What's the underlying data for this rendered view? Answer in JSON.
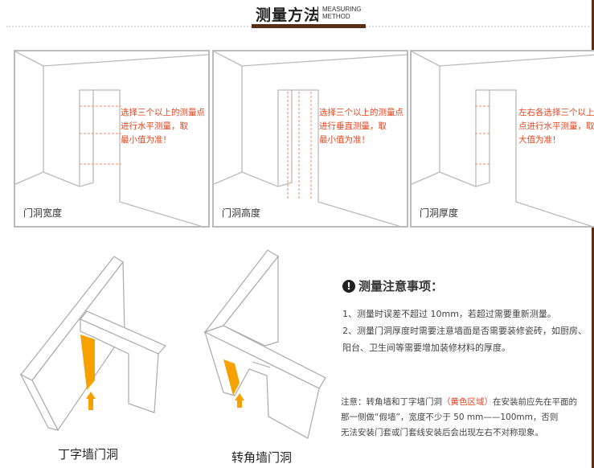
{
  "header": {
    "title": "测量方法",
    "subtitle_line1": "MEASURING",
    "subtitle_line2": "METHOD"
  },
  "panels": [
    {
      "caption": "门洞宽度",
      "note_lines": [
        "选择三个以上的测量点",
        "进行水平测量，取",
        "最小值为准！"
      ]
    },
    {
      "caption": "门洞高度",
      "note_lines": [
        "选择三个以上的测量点",
        "进行垂直测量，取",
        "最小值为准！"
      ]
    },
    {
      "caption": "门洞厚度",
      "note_lines": [
        "左右各选择三个以上的测量",
        "点进行水平测量，取最",
        "大值为准！"
      ]
    }
  ],
  "notes": {
    "icon": "exclamation-circle-icon",
    "title": "测量注意事项：",
    "items": [
      "1、测量时误差不超过 10mm，若超过需要重新测量。",
      "2、测量门洞厚度时需要注意墙面是否需要装修瓷砖，如厨房、",
      "阳台、卫生间等需要增加装修材料的厚度。"
    ]
  },
  "caution": {
    "prefix": "注意：转角墙和丁字墙门洞",
    "highlight": "（黄色区域）",
    "suffix": "在安装前应先在平面的",
    "line2": "那一侧做“假墙”，宽度不少于 50 mm——100mm，否则",
    "line3": "无法安装门套或门套线安装后会出现左右不对称现象。"
  },
  "diagrams": [
    {
      "caption": "丁字墙门洞"
    },
    {
      "caption": "转角墙门洞"
    }
  ],
  "colors": {
    "accent_brown": "#5a2d15",
    "note_red": "#e8431e",
    "highlight_orange": "#f5a100"
  }
}
